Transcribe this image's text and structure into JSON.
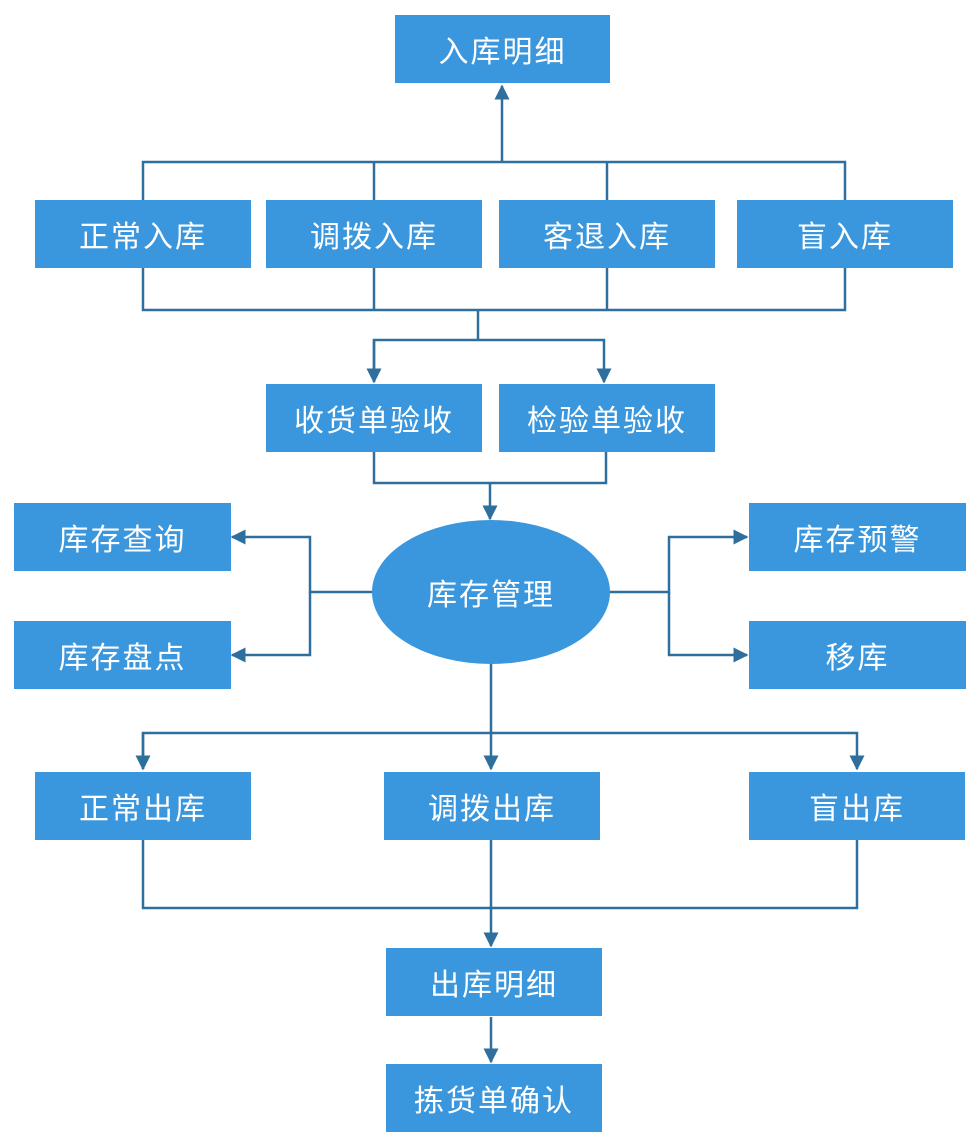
{
  "colors": {
    "box": "#3a97dd",
    "line": "#2e6f9e",
    "text": "#ffffff"
  },
  "nodes": {
    "inbound_detail": "入库明细",
    "normal_in": "正常入库",
    "transfer_in": "调拨入库",
    "return_in": "客退入库",
    "blind_in": "盲入库",
    "receipt_check": "收货单验收",
    "inspection_check": "检验单验收",
    "inventory_mgmt": "库存管理",
    "inventory_query": "库存查询",
    "inventory_count": "库存盘点",
    "inventory_alert": "库存预警",
    "move_stock": "移库",
    "normal_out": "正常出库",
    "transfer_out": "调拨出库",
    "blind_out": "盲出库",
    "outbound_detail": "出库明细",
    "pick_confirm": "拣货单确认"
  }
}
